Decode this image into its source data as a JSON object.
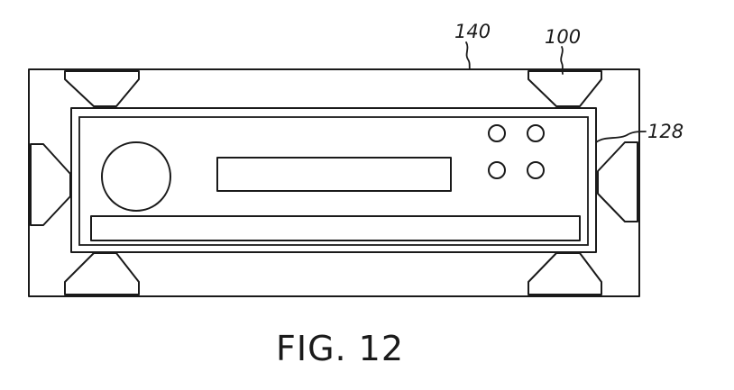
{
  "figure": {
    "caption": "FIG. 12",
    "labels": {
      "enclosure": "140",
      "cushion": "100",
      "device": "128"
    }
  }
}
